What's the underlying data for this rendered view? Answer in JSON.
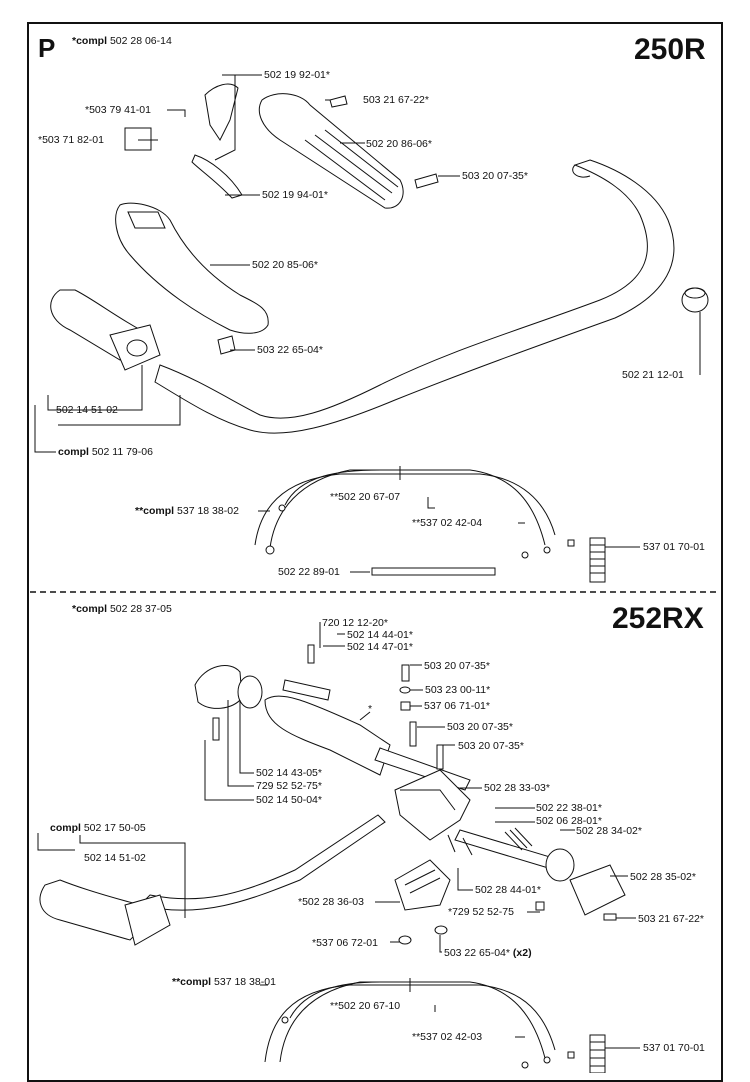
{
  "section_letter": "P",
  "top": {
    "model": "250R",
    "compl_word": "*compl",
    "compl_number": "502 28 06-14",
    "labels": {
      "p1": "502 19 92-01*",
      "p2": "*503 79 41-01",
      "p3": "503 21 67-22*",
      "p4": "*503 71 82-01",
      "p5": "502 20 86-06*",
      "p6": "503 20 07-35*",
      "p7": "502 19 94-01*",
      "p8": "502 20 85-06*",
      "p9": "503 22 65-04*",
      "p10": "502 21 12-01",
      "p11": "502 14 51-02",
      "p12_word": "compl",
      "p12_num": "502 11 79-06",
      "p13": "**502 20 67-07",
      "p14_word": "**compl",
      "p14_num": "537 18 38-02",
      "p15": "**537 02 42-04",
      "p16": "537 01 70-01",
      "p17": "502 22 89-01"
    }
  },
  "bottom": {
    "model": "252RX",
    "compl_word": "*compl",
    "compl_number": "502 28 37-05",
    "labels": {
      "q1": "720 12 12-20*",
      "q2": "502 14 44-01*",
      "q3": "502 14 47-01*",
      "q4": "503 20 07-35*",
      "q5": "503 23 00-11*",
      "q6": "537 06 71-01*",
      "q7": "*",
      "q8": "503 20 07-35*",
      "q9": "503 20 07-35*",
      "q10": "502 14 43-05*",
      "q11": "729 52 52-75*",
      "q12": "502 14 50-04*",
      "q13": "502 28 33-03*",
      "q14_word": "compl",
      "q14_num": "502 17 50-05",
      "q15": "502 22 38-01*",
      "q16": "502 06 28-01*",
      "q17": "502 28 34-02*",
      "q18": "502 14 51-02",
      "q19": "502 28 44-01*",
      "q20": "502 28 35-02*",
      "q21": "*502 28 36-03",
      "q22": "*729 52 52-75",
      "q23": "503 21 67-22*",
      "q24": "*537 06 72-01",
      "q25": "503 22 65-04*",
      "q25_suffix": "(x2)",
      "q26_word": "**compl",
      "q26_num": "537 18 38-01",
      "q27": "**502 20 67-10",
      "q28": "**537 02 42-03",
      "q29": "537 01 70-01"
    }
  }
}
